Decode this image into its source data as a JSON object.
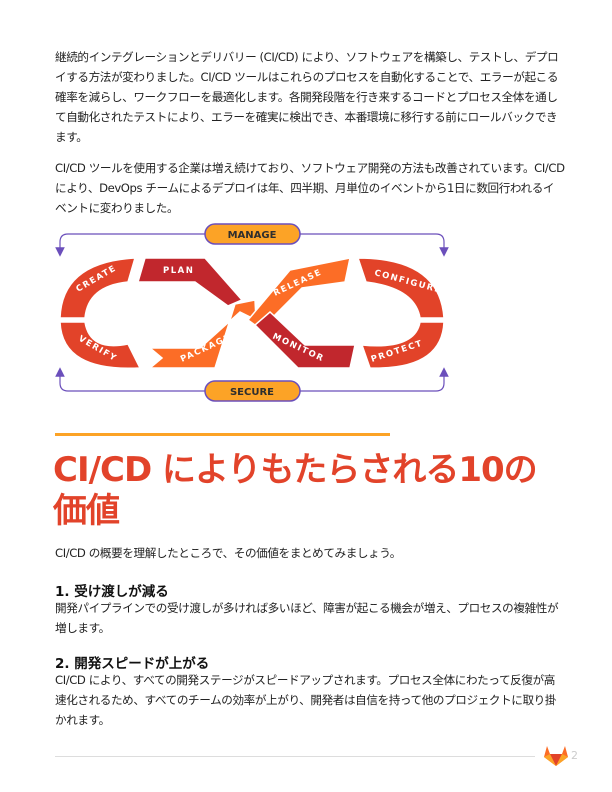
{
  "intro": {
    "para1": "継続的インテグレーションとデリバリー (CI/CD) により、ソフトウェアを構築し、テストし、デプロイする方法が変わりました。CI/CD ツールはこれらのプロセスを自動化することで、エラーが起こる確率を減らし、ワークフローを最適化します。各開発段階を行き来するコードとプロセス全体を通して自動化されたテストにより、エラーを確実に検出でき、本番環境に移行する前にロールバックできます。",
    "para2": "CI/CD ツールを使用する企業は増え続けており、ソフトウェア開発の方法も改善されています。CI/CD により、DevOps チームによるデプロイは年、四半期、月単位のイベントから1日に数回行われるイベントに変わりました。"
  },
  "diagram": {
    "manage": "MANAGE",
    "secure": "SECURE",
    "stages": {
      "create": "CREATE",
      "plan": "PLAN",
      "verify": "VERIFY",
      "package": "PACKAGE",
      "release": "RELEASE",
      "configure": "CONFIGURE",
      "monitor": "MONITOR",
      "protect": "PROTECT"
    },
    "colors": {
      "orange": "#fca326",
      "red": "#e24329",
      "dark_red": "#c1272d",
      "mid": "#fc6d26",
      "purple": "#6b4fbb"
    }
  },
  "section": {
    "title": "CI/CD によりもたらされる10の価値",
    "lead": "CI/CD の概要を理解したところで、その価値をまとめてみましょう。",
    "items": [
      {
        "heading": "1. 受け渡しが減る",
        "body": "開発パイプラインでの受け渡しが多ければ多いほど、障害が起こる機会が増え、プロセスの複雑性が増します。"
      },
      {
        "heading": "2. 開発スピードが上がる",
        "body": "CI/CD により、すべての開発ステージがスピードアップされます。プロセス全体にわたって反復が高速化されるため、すべてのチームの効率が上がり、開発者は自信を持って他のプロジェクトに取り掛かれます。"
      }
    ]
  },
  "footer": {
    "page_number": "2"
  }
}
